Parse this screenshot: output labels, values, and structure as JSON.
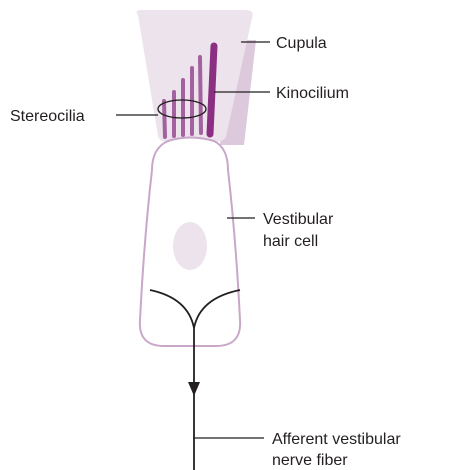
{
  "labels": {
    "cupula": "Cupula",
    "kinocilium": "Kinocilium",
    "stereocilia": "Stereocilia",
    "hair_cell_line1": "Vestibular",
    "hair_cell_line2": "hair cell",
    "nerve_line1": "Afferent vestibular",
    "nerve_line2": "nerve fiber"
  },
  "colors": {
    "cupula_fill": "#ece3ec",
    "cupula_shadow": "#ddc9dc",
    "stereocilia": "#a4619f",
    "kinocilium": "#8b2f83",
    "cell_outline": "#c9a7c8",
    "nucleus": "#ece3ec",
    "line": "#231f20"
  }
}
